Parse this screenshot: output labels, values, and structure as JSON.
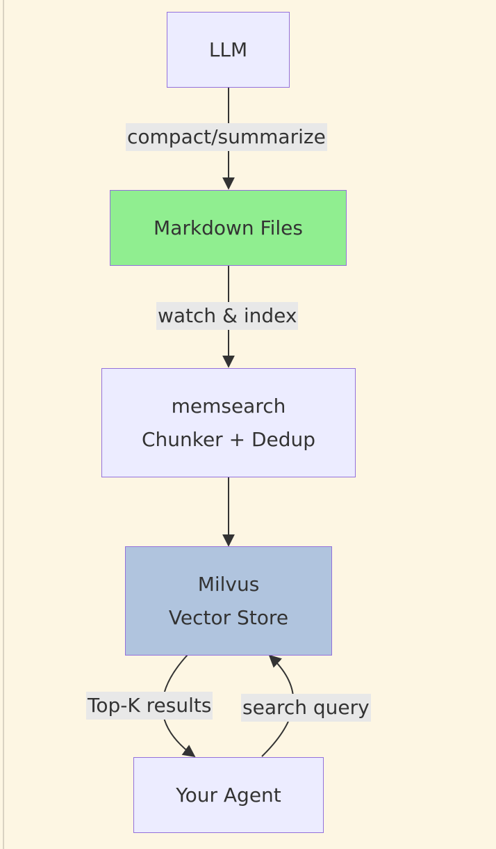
{
  "colors": {
    "background": "#fdf6e3",
    "node_default": "#ececff",
    "node_markdown": "#90ee90",
    "node_milvus": "#b0c4de",
    "node_border": "#9370db",
    "edge": "#333333",
    "label_bg": "#e8e8e8"
  },
  "nodes": {
    "llm": {
      "lines": [
        "LLM"
      ]
    },
    "markdown": {
      "lines": [
        "Markdown Files"
      ]
    },
    "memsearch": {
      "lines": [
        "memsearch",
        "Chunker + Dedup"
      ]
    },
    "milvus": {
      "lines": [
        "Milvus",
        "Vector Store"
      ]
    },
    "agent": {
      "lines": [
        "Your Agent"
      ]
    }
  },
  "edges": {
    "llm_to_markdown": "compact/summarize",
    "markdown_to_memsearch": "watch & index",
    "milvus_to_agent": "Top-K results",
    "agent_to_milvus": "search query"
  }
}
